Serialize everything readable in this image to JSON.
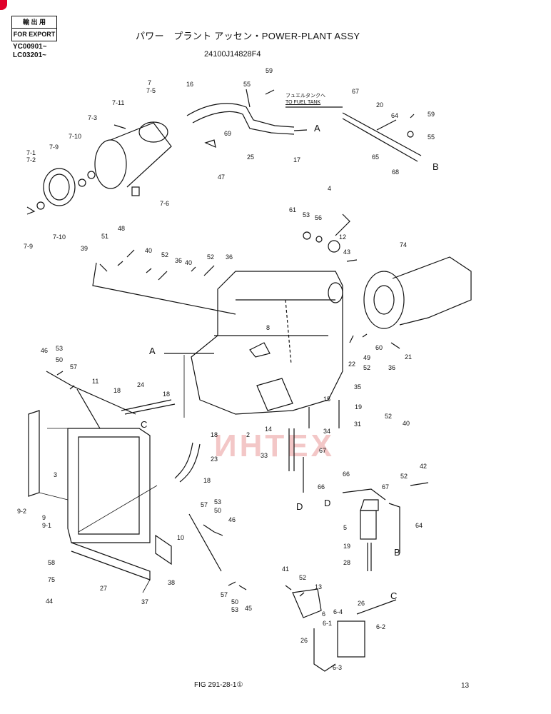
{
  "header": {
    "domestic_label": "輸 出 用",
    "export_label": "FOR EXPORT",
    "serials": [
      "YC00901~",
      "LC03201~"
    ],
    "title": "パワー　プラント アッセン・POWER-PLANT  ASSY",
    "part_number": "24100J14828F4"
  },
  "notes": {
    "fuel_tank_jp": "フュエルタンクへ",
    "fuel_tank_en": "TO FUEL TANK"
  },
  "watermark": "ИНТЕХ",
  "footer": {
    "figure": "FIG 291-28-1①",
    "page": "13"
  },
  "callouts": [
    {
      "text": "7"
    },
    {
      "text": "7-5"
    },
    {
      "text": "7-11"
    },
    {
      "text": "7-3"
    },
    {
      "text": "7-10"
    },
    {
      "text": "7-9"
    },
    {
      "text": "7-1"
    },
    {
      "text": "7-2"
    },
    {
      "text": "7-6"
    },
    {
      "text": "7-9"
    },
    {
      "text": "7-10"
    },
    {
      "text": "16"
    },
    {
      "text": "55"
    },
    {
      "text": "59"
    },
    {
      "text": "69"
    },
    {
      "text": "25"
    },
    {
      "text": "17"
    },
    {
      "text": "A"
    },
    {
      "text": "47"
    },
    {
      "text": "67"
    },
    {
      "text": "20"
    },
    {
      "text": "64"
    },
    {
      "text": "59"
    },
    {
      "text": "55"
    },
    {
      "text": "65"
    },
    {
      "text": "68"
    },
    {
      "text": "B"
    },
    {
      "text": "4"
    },
    {
      "text": "61"
    },
    {
      "text": "53"
    },
    {
      "text": "56"
    },
    {
      "text": "12"
    },
    {
      "text": "43"
    },
    {
      "text": "74"
    },
    {
      "text": "39"
    },
    {
      "text": "51"
    },
    {
      "text": "48"
    },
    {
      "text": "40"
    },
    {
      "text": "52"
    },
    {
      "text": "36"
    },
    {
      "text": "40"
    },
    {
      "text": "52"
    },
    {
      "text": "36"
    },
    {
      "text": "8"
    },
    {
      "text": "A"
    },
    {
      "text": "60"
    },
    {
      "text": "21"
    },
    {
      "text": "49"
    },
    {
      "text": "22"
    },
    {
      "text": "52"
    },
    {
      "text": "46"
    },
    {
      "text": "53"
    },
    {
      "text": "50"
    },
    {
      "text": "57"
    },
    {
      "text": "11"
    },
    {
      "text": "24"
    },
    {
      "text": "18"
    },
    {
      "text": "18"
    },
    {
      "text": "36"
    },
    {
      "text": "35"
    },
    {
      "text": "15"
    },
    {
      "text": "19"
    },
    {
      "text": "52"
    },
    {
      "text": "40"
    },
    {
      "text": "2"
    },
    {
      "text": "34"
    },
    {
      "text": "31"
    },
    {
      "text": "C"
    },
    {
      "text": "18"
    },
    {
      "text": "14"
    },
    {
      "text": "67"
    },
    {
      "text": "23"
    },
    {
      "text": "33"
    },
    {
      "text": "3"
    },
    {
      "text": "18"
    },
    {
      "text": "66"
    },
    {
      "text": "D"
    },
    {
      "text": "66"
    },
    {
      "text": "42"
    },
    {
      "text": "52"
    },
    {
      "text": "67"
    },
    {
      "text": "D"
    },
    {
      "text": "9-2"
    },
    {
      "text": "9"
    },
    {
      "text": "9-1"
    },
    {
      "text": "57"
    },
    {
      "text": "53"
    },
    {
      "text": "50"
    },
    {
      "text": "46"
    },
    {
      "text": "5"
    },
    {
      "text": "64"
    },
    {
      "text": "10"
    },
    {
      "text": "19"
    },
    {
      "text": "B"
    },
    {
      "text": "28"
    },
    {
      "text": "58"
    },
    {
      "text": "75"
    },
    {
      "text": "44"
    },
    {
      "text": "27"
    },
    {
      "text": "38"
    },
    {
      "text": "37"
    },
    {
      "text": "41"
    },
    {
      "text": "52"
    },
    {
      "text": "13"
    },
    {
      "text": "57"
    },
    {
      "text": "50"
    },
    {
      "text": "53"
    },
    {
      "text": "45"
    },
    {
      "text": "26"
    },
    {
      "text": "C"
    },
    {
      "text": "6-4"
    },
    {
      "text": "6-1"
    },
    {
      "text": "6"
    },
    {
      "text": "6-2"
    },
    {
      "text": "26"
    },
    {
      "text": "6-3"
    }
  ]
}
